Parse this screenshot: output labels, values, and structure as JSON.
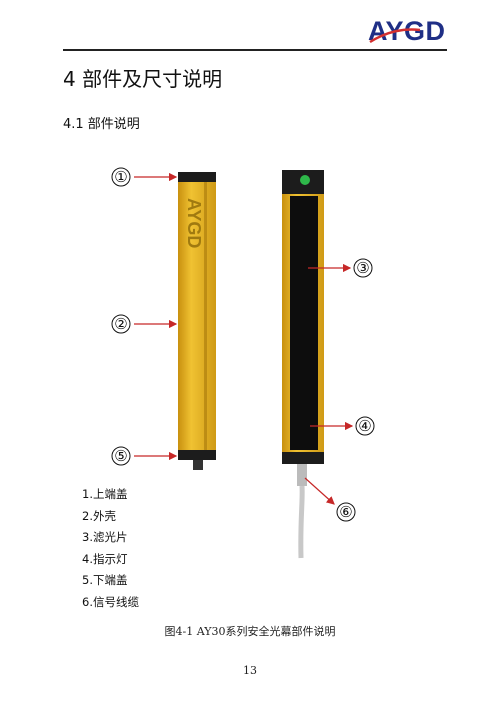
{
  "logo": {
    "text": "AYGD"
  },
  "heading": {
    "chapter": "4 部件及尺寸说明",
    "section": "4.1 部件说明"
  },
  "figure": {
    "brand_on_housing": "AYGD",
    "callouts": [
      "①",
      "②",
      "③",
      "④",
      "⑤",
      "⑥"
    ]
  },
  "parts": [
    "1.上端盖",
    "2.外壳",
    "3.滤光片",
    "4.指示灯",
    "5.下端盖",
    "6.信号线缆"
  ],
  "caption": "图4-1 AY30系列安全光幕部件说明",
  "page_number": "13",
  "colors": {
    "housing": "#e0ad1c",
    "end_cap": "#1c1c1c",
    "filter": "#0d0d0d",
    "indicator": "#2eb84a",
    "cable": "#c8c8c8",
    "arrow": "#c62828",
    "logo_blue": "#1f2f86",
    "logo_red": "#d32f2f"
  }
}
